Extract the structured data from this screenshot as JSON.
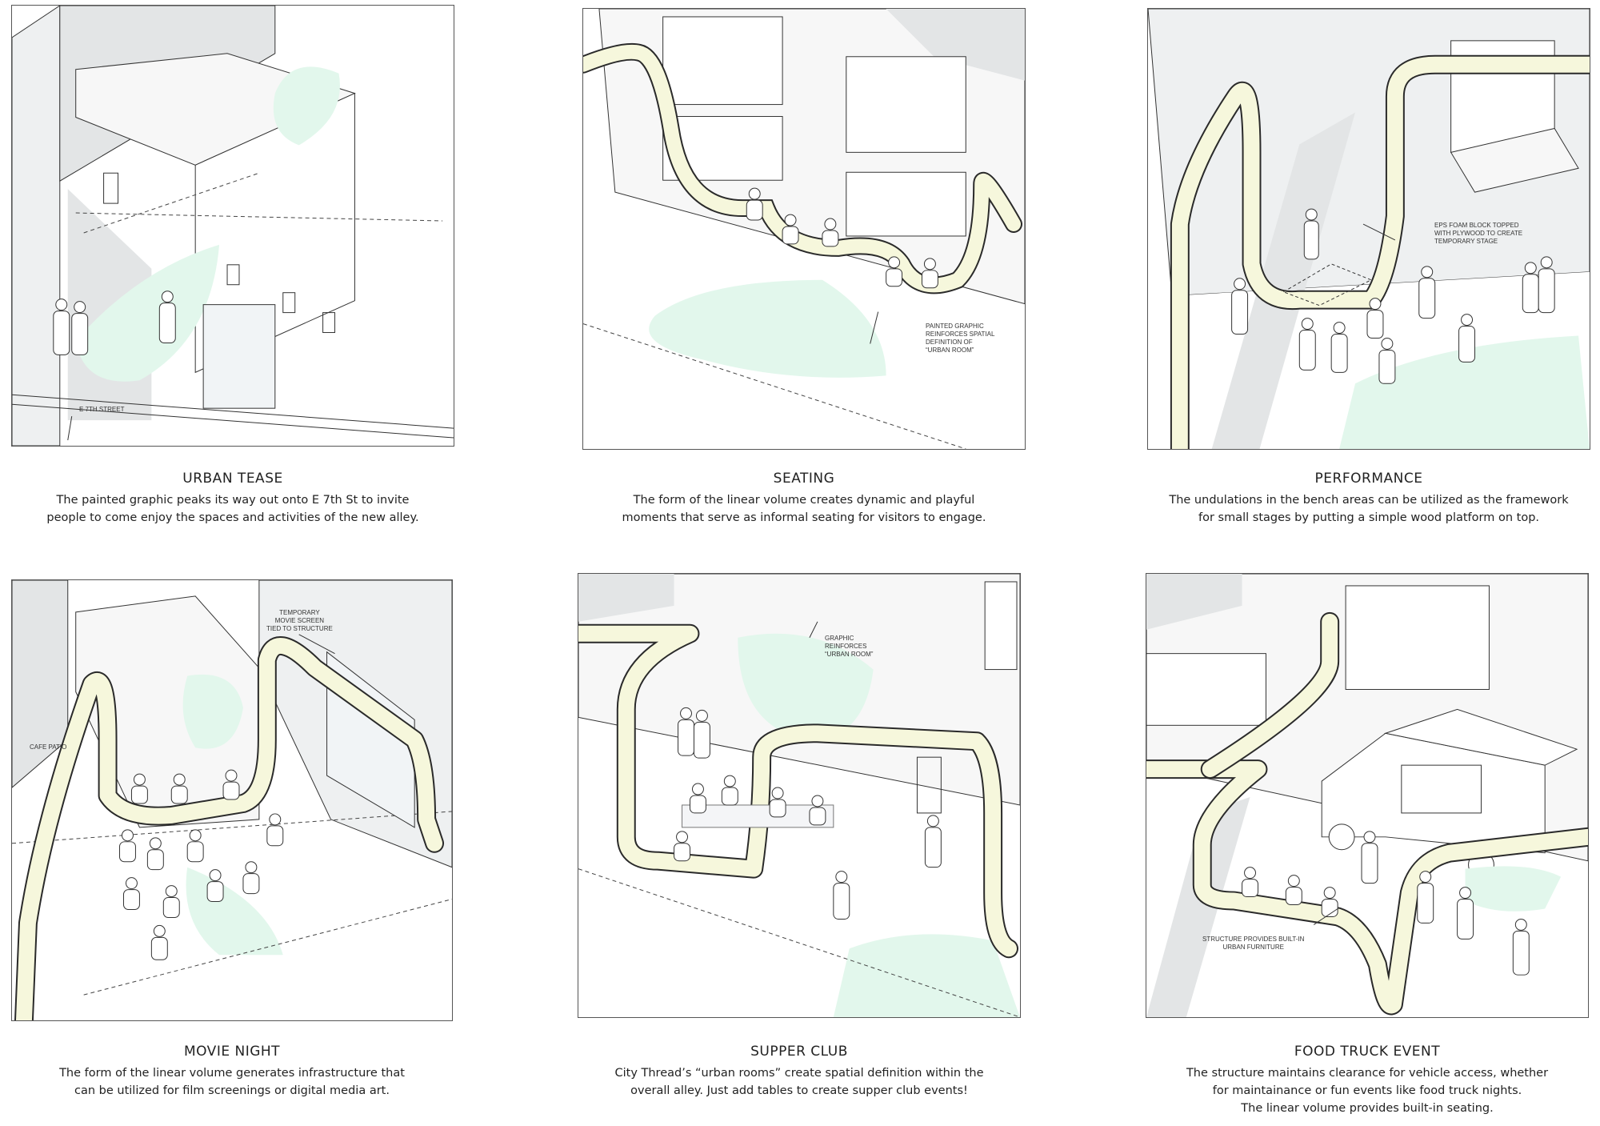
{
  "colors": {
    "thread_fill": "#f6f7dc",
    "thread_edge": "#2a2a2a",
    "graphic_green": "#e2f7ec",
    "shadow_gray": "#e3e5e6",
    "wall_gray": "#eef0f1"
  },
  "panels": [
    {
      "title": "URBAN TEASE",
      "lines": [
        "The painted graphic peaks its way out onto E 7th St to invite",
        "people to come enjoy the spaces and activities of the new alley."
      ],
      "notes": [
        {
          "lines": [
            "E 7TH STREET"
          ]
        }
      ]
    },
    {
      "title": "SEATING",
      "lines": [
        "The form of the linear volume creates dynamic and playful",
        "moments that serve as informal seating for visitors to engage."
      ],
      "notes": [
        {
          "lines": [
            "PAINTED GRAPHIC",
            "REINFORCES SPATIAL",
            "DEFINITION OF",
            "“URBAN ROOM”"
          ]
        }
      ]
    },
    {
      "title": "PERFORMANCE",
      "lines": [
        "The undulations in the bench areas can be utilized as the framework",
        "for small stages by putting a simple wood platform on top."
      ],
      "notes": [
        {
          "lines": [
            "EPS FOAM BLOCK TOPPED",
            "WITH PLYWOOD TO CREATE",
            "TEMPORARY STAGE"
          ]
        }
      ]
    },
    {
      "title": "MOVIE NIGHT",
      "lines": [
        "The form of the linear volume generates infrastructure that",
        "can be utilized for film screenings or digital media art."
      ],
      "notes": [
        {
          "lines": [
            "TEMPORARY",
            "MOVIE SCREEN",
            "TIED TO STRUCTURE"
          ]
        },
        {
          "lines": [
            "CAFE PATIO"
          ]
        }
      ]
    },
    {
      "title": "SUPPER CLUB",
      "lines": [
        "City Thread’s “urban rooms” create spatial definition within the",
        "overall alley.  Just add tables to create supper club events!"
      ],
      "notes": [
        {
          "lines": [
            "GRAPHIC",
            "REINFORCES",
            "“URBAN ROOM”"
          ]
        }
      ]
    },
    {
      "title": "FOOD TRUCK EVENT",
      "lines": [
        "The structure maintains clearance  for vehicle access, whether",
        "for maintainance or fun events like food truck nights.",
        "The linear volume provides built-in seating."
      ],
      "notes": [
        {
          "lines": [
            "STRUCTURE PROVIDES BUILT-IN",
            "URBAN FURNITURE"
          ]
        }
      ]
    }
  ]
}
